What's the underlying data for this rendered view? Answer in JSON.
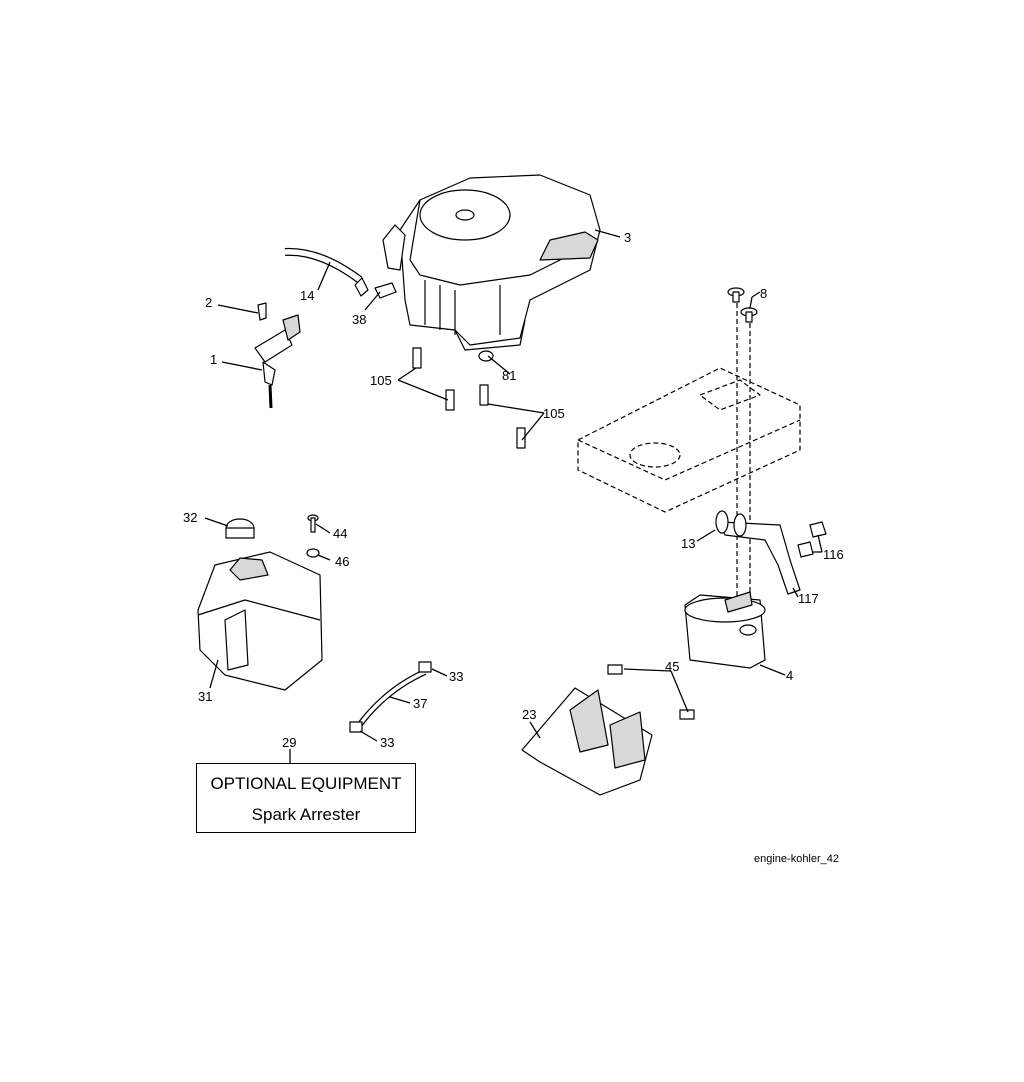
{
  "callouts": {
    "c1": "1",
    "c2": "2",
    "c3": "3",
    "c4": "4",
    "c8": "8",
    "c13": "13",
    "c14": "14",
    "c23": "23",
    "c29": "29",
    "c31": "31",
    "c32": "32",
    "c33a": "33",
    "c33b": "33",
    "c37": "37",
    "c38": "38",
    "c44": "44",
    "c45": "45",
    "c46": "46",
    "c81": "81",
    "c105a": "105",
    "c105b": "105",
    "c116": "116",
    "c117": "117"
  },
  "optional_box": {
    "title": "OPTIONAL EQUIPMENT",
    "subtitle": "Spark Arrester"
  },
  "reference": "engine-kohler_42",
  "colors": {
    "line": "#000000",
    "background": "#ffffff",
    "fill": "#ffffff",
    "shade": "#d8d8d8"
  }
}
